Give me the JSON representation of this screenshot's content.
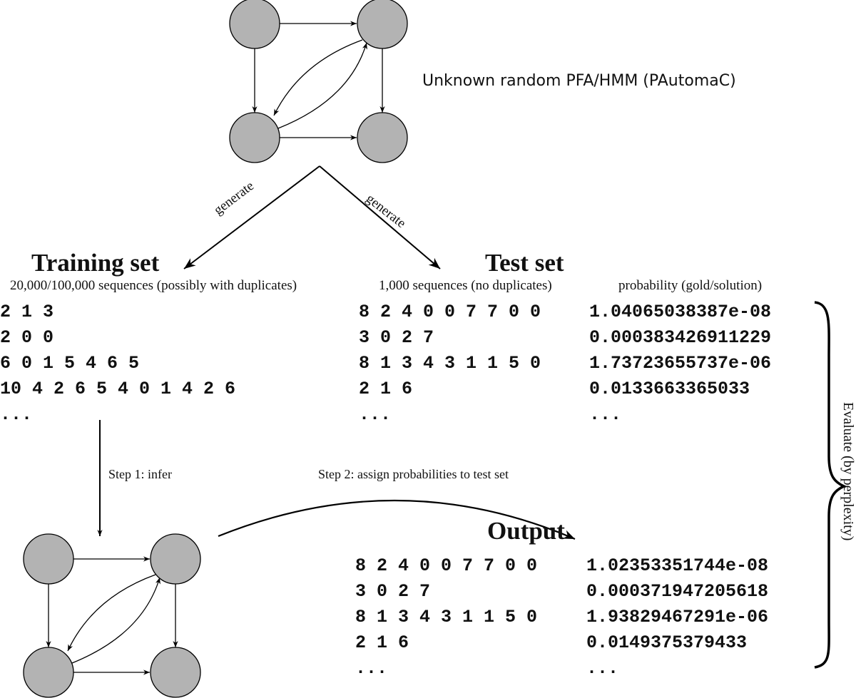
{
  "unknown_model_label": "Unknown random PFA/HMM (PAutomaC)",
  "generate_labels": [
    "generate",
    "generate"
  ],
  "training": {
    "title": "Training set",
    "subtitle": "20,000/100,000 sequences (possibly with duplicates)",
    "rows": [
      "2 1 3",
      "2 0 0",
      "6 0 1 5 4 6 5",
      "10 4 2 6 5 4 0 1 4 2 6",
      "..."
    ]
  },
  "test": {
    "title": "Test set",
    "subtitle": "1,000 sequences (no duplicates)",
    "prob_header": "probability (gold/solution)",
    "rows": [
      "8 2 4 0 0 7 7 0 0",
      "3 0 2 7",
      "8 1 3 4 3 1 1 5 0",
      "2 1 6",
      "..."
    ],
    "probs": [
      "1.04065038387e-08",
      "0.000383426911229",
      "1.73723655737e-06",
      "0.0133663365033",
      "..."
    ]
  },
  "steps": {
    "step1": "Step 1: infer",
    "step2": "Step 2: assign probabilities to test set"
  },
  "output": {
    "title": "Output",
    "rows": [
      "8 2 4 0 0 7 7 0 0",
      "3 0 2 7",
      "8 1 3 4 3 1 1 5 0",
      "2 1 6",
      "..."
    ],
    "probs": [
      "1.02353351744e-08",
      "0.000371947205618",
      "1.93829467291e-06",
      "0.0149375379433",
      "..."
    ]
  },
  "evaluate_label": "Evaluate (by perplexity)",
  "colors": {
    "node_fill": "#b3b3b3",
    "stroke": "#000000"
  }
}
